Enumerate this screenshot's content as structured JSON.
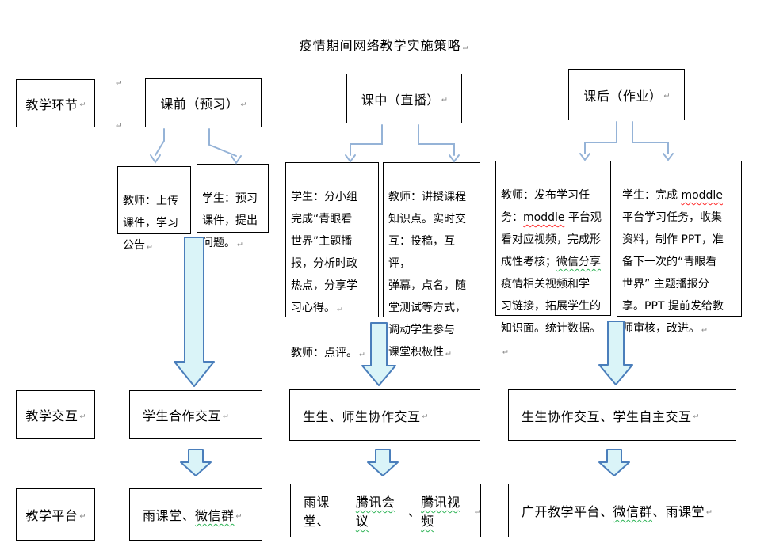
{
  "title": {
    "text": "疫情期间网络教学实施策略"
  },
  "glyphs": {
    "pilcrow": "↵"
  },
  "colors": {
    "connector": "#95b3d7",
    "arrow_fill": "#daf4f8",
    "arrow_border": "#4a7ebb",
    "spellcheck_red": "#ff2a2a",
    "grammar_green": "#2fb457",
    "box_border": "#000000"
  },
  "row_labels": {
    "stages": "教学环节",
    "interaction": "教学交互",
    "platform": "教学平台"
  },
  "headers": {
    "pre": "课前（预习）",
    "live": "课中（直播）",
    "post": "课后（作业）"
  },
  "details": {
    "a": {
      "text": "教师：上传\n课件，学习\n公告"
    },
    "b": {
      "text": "学生：预习\n课件，提出\n问题。"
    },
    "c": {
      "p1": "学生：分小组\n完成“青眼看\n世界”主题播\n报，分析时政\n热点，分享学\n习心得。",
      "p2": "教师：点评。"
    },
    "d": {
      "text": "教师：讲授课程\n知识点。实时交\n互：投稿，互评，\n弹幕，点名，随\n堂测试等方式，\n调动学生参与\n课堂积极性"
    },
    "e": {
      "s1": "教师：发布学习任\n务：",
      "s2": "moddle",
      "s3": " 平台观\n看对应视频，完成形\n成性考核；",
      "s4": "微信分享",
      "s5": "\n疫情相关视频和学\n习链接，拓展学生的\n知识面。统计数据。"
    },
    "f": {
      "s1": "学生：完成 ",
      "s2": "moddle",
      "s3": "\n平台学习任务，收集\n资料，制作 PPT，准\n备下一次的“青眼看\n世界” 主题播报分\n享。PPT 提前发给教\n师审核，改进。"
    }
  },
  "interaction": {
    "c1": "学生合作交互",
    "c2": "生生、师生协作交互",
    "c3": "生生协作交互、学生自主交互"
  },
  "platform": {
    "c1": {
      "s1": "雨课堂、",
      "s2": "微信群"
    },
    "c2": {
      "s1": "雨课堂、",
      "s2": "腾讯会议",
      "s3": "、",
      "s4": "腾讯视频"
    },
    "c3": {
      "s1": "广开教学平台、",
      "s2": "微信群",
      "s3": "、雨课堂"
    }
  }
}
